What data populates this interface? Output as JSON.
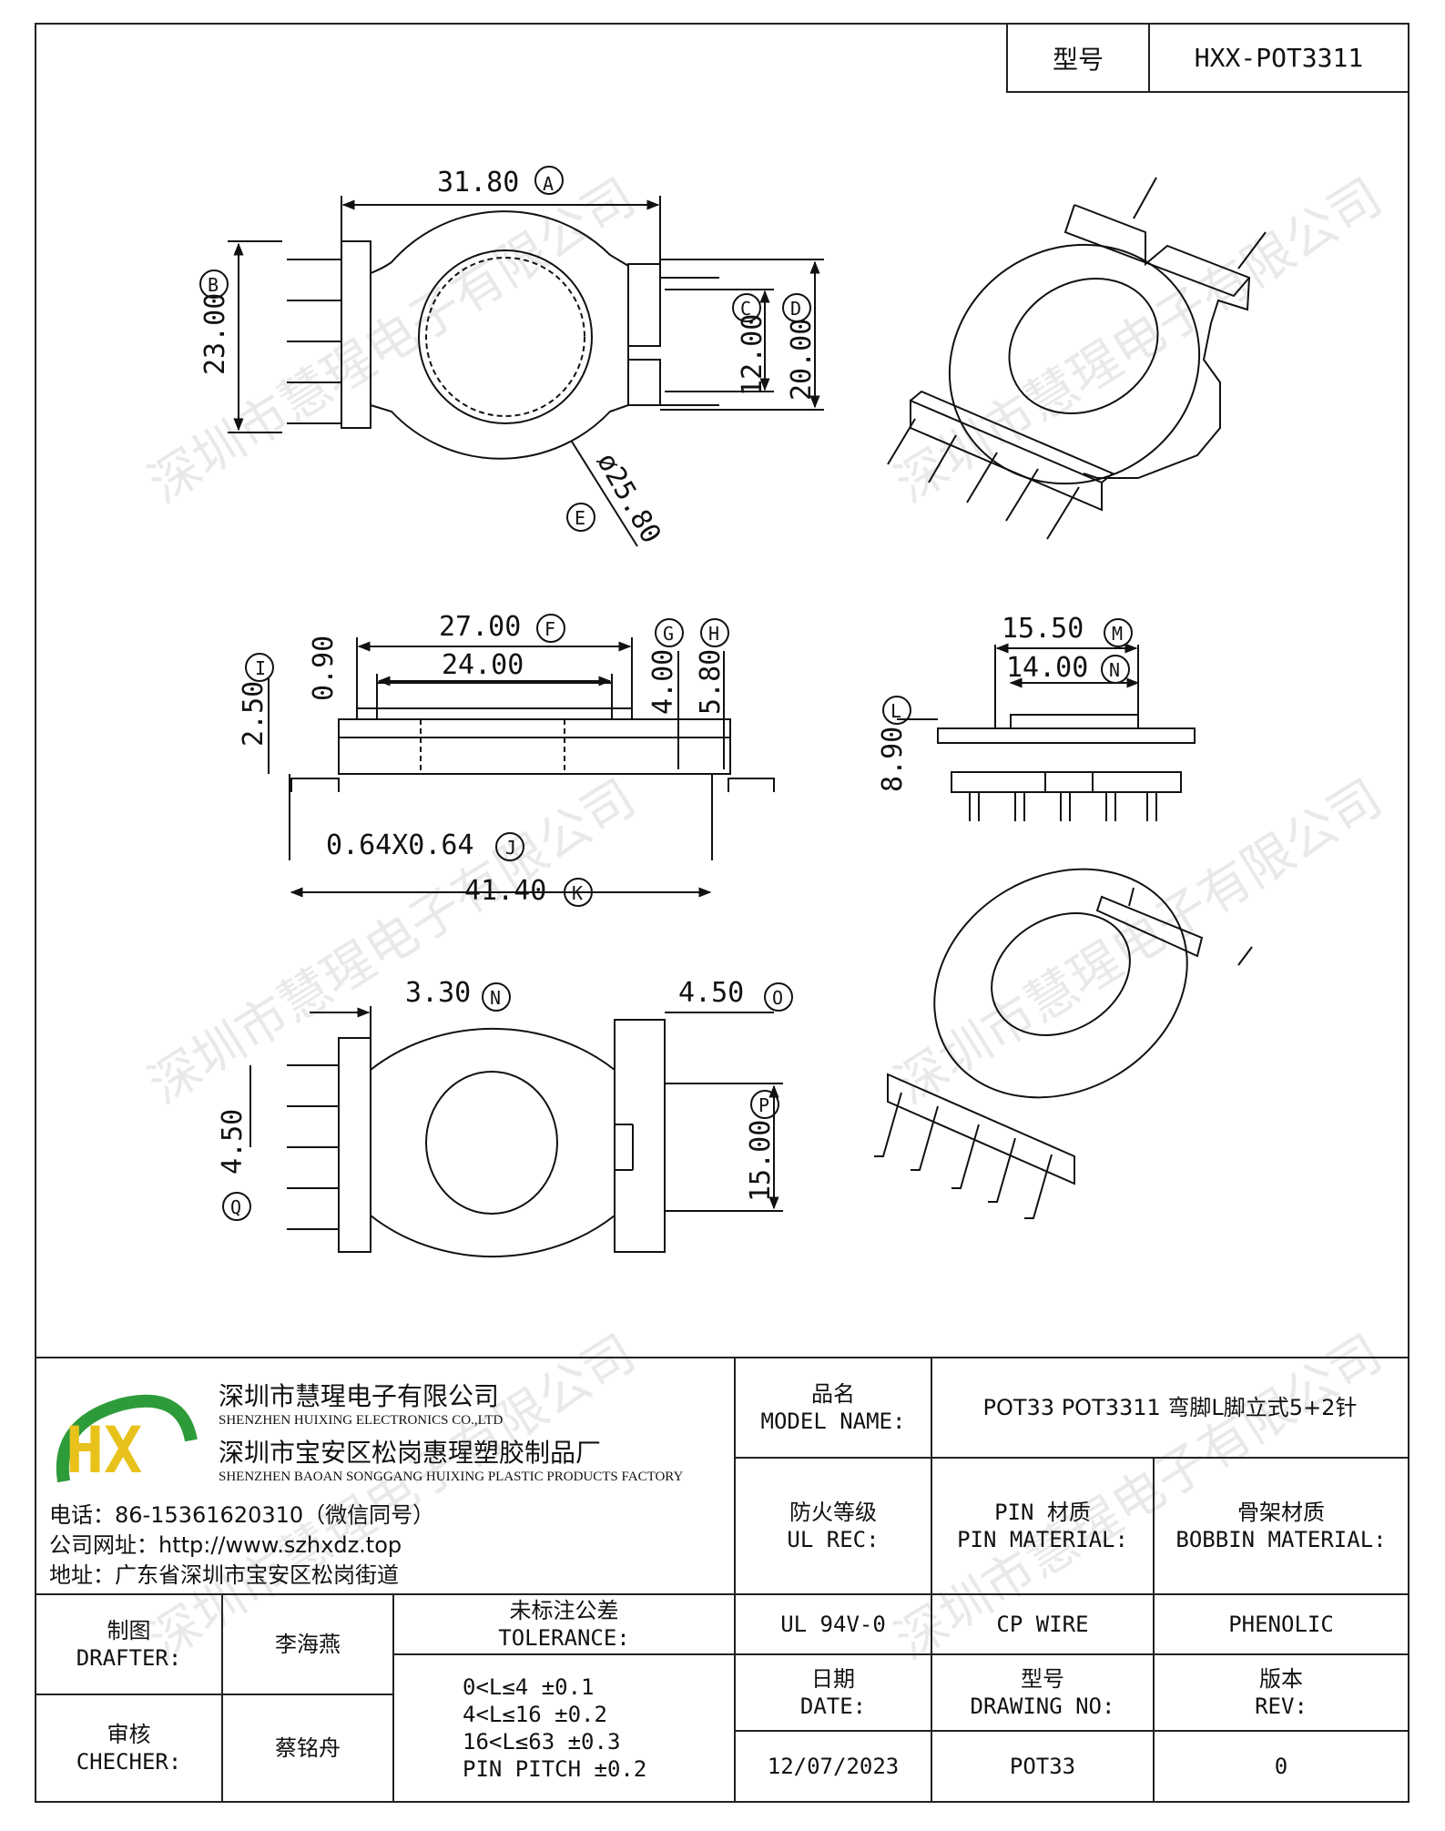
{
  "model_box": {
    "label": "型号",
    "value": "HXX-POT3311"
  },
  "dims": {
    "A": "31.80",
    "A_tag": "A",
    "B": "23.00",
    "B_tag": "B",
    "C": "12.00",
    "C_tag": "C",
    "D": "20.00",
    "D_tag": "D",
    "E": "ø25.80",
    "E_tag": "E",
    "F": "27.00",
    "F_tag": "F",
    "inner_24": "24.00",
    "G": "4.00",
    "G_tag": "G",
    "H": "5.80",
    "H_tag": "H",
    "I": "2.50",
    "I_tag": "I",
    "d090": "0.90",
    "J": "0.64X0.64",
    "J_tag": "J",
    "K": "41.40",
    "K_tag": "K",
    "L": "8.90",
    "L_tag": "L",
    "M": "15.50",
    "M_tag": "M",
    "N1": "14.00",
    "N1_tag": "N",
    "N2": "3.30",
    "N2_tag": "N",
    "O": "4.50",
    "O_tag": "O",
    "P": "15.00",
    "P_tag": "P",
    "Q": "4.50",
    "Q_tag": "Q"
  },
  "watermark": "深圳市慧瑆电子有限公司",
  "company": {
    "logo_text": "HX",
    "name_cn": "深圳市慧瑆电子有限公司",
    "name_en": "SHENZHEN HUIXING ELECTRONICS CO.,LTD",
    "factory_cn": "深圳市宝安区松岗惠瑆塑胶制品厂",
    "factory_en": "SHENZHEN BAOAN SONGGANG HUIXING PLASTIC PRODUCTS FACTORY",
    "phone": "电话：86-15361620310（微信同号）",
    "website": "公司网址：http://www.szhxdz.top",
    "address": "地址：广东省深圳市宝安区松岗街道"
  },
  "title_block": {
    "model_name_cn": "品名",
    "model_name_en": "MODEL NAME:",
    "model_name_value": "POT33 POT3311 弯脚L脚立式5+2针",
    "fire_cn": "防火等级",
    "fire_en": "UL REC:",
    "fire_value": "UL 94V-0",
    "pin_cn": "PIN 材质",
    "pin_en": "PIN MATERIAL:",
    "pin_value": "CP WIRE",
    "bobbin_cn": "骨架材质",
    "bobbin_en": "BOBBIN MATERIAL:",
    "bobbin_value": "PHENOLIC",
    "drafter_cn": "制图",
    "drafter_en": "DRAFTER:",
    "drafter_value": "李海燕",
    "checker_cn": "审核",
    "checker_en": "CHECHER:",
    "checker_value": "蔡铭舟",
    "tol_cn": "未标注公差",
    "tol_en": "TOLERANCE:",
    "tol_lines": [
      "0<L≤4  ±0.1",
      "4<L≤16  ±0.2",
      "16<L≤63  ±0.3",
      "PIN PITCH  ±0.2"
    ],
    "date_cn": "日期",
    "date_en": "DATE:",
    "date_value": "12/07/2023",
    "drawing_cn": "型号",
    "drawing_en": "DRAWING NO:",
    "drawing_value": "POT33",
    "rev_cn": "版本",
    "rev_en": "REV:",
    "rev_value": "0"
  },
  "colors": {
    "logo_green": "#2e9b3a",
    "logo_yellow": "#e8c21a",
    "line": "#111111"
  }
}
